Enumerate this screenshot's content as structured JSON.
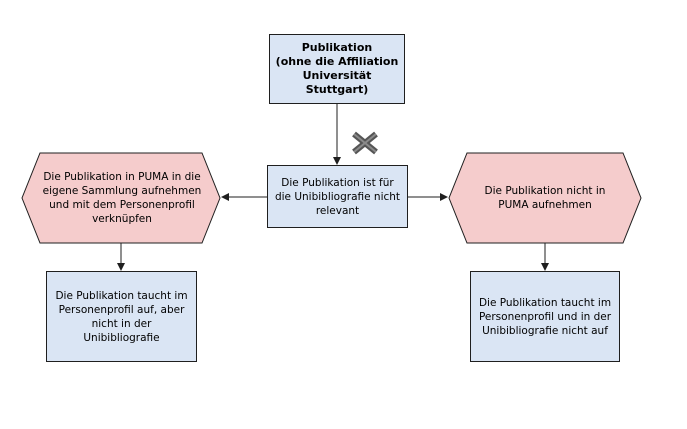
{
  "nodes": {
    "top": {
      "label": "Publikation\n(ohne die Affiliation\nUniversität\nStuttgart)"
    },
    "center": {
      "label": "Die Publikation ist für die Unibibliografie nicht relevant"
    },
    "left_hex": {
      "label": "Die Publikation in PUMA in die eigene Sammlung aufnehmen und mit dem Personenprofil verknüpfen"
    },
    "right_hex": {
      "label": "Die Publikation nicht in PUMA aufnehmen"
    },
    "left_result": {
      "label": "Die Publikation taucht im Personenprofil auf, aber nicht in der Unibibliografie"
    },
    "right_result": {
      "label": "Die Publikation taucht im Personenprofil und in der Unibibliografie nicht auf"
    }
  },
  "icons": {
    "cross": "x-mark-icon"
  },
  "colors": {
    "box_fill": "#dae5f4",
    "hex_fill": "#f5cccc",
    "stroke": "#1f1f1f",
    "cross": "#555555"
  }
}
